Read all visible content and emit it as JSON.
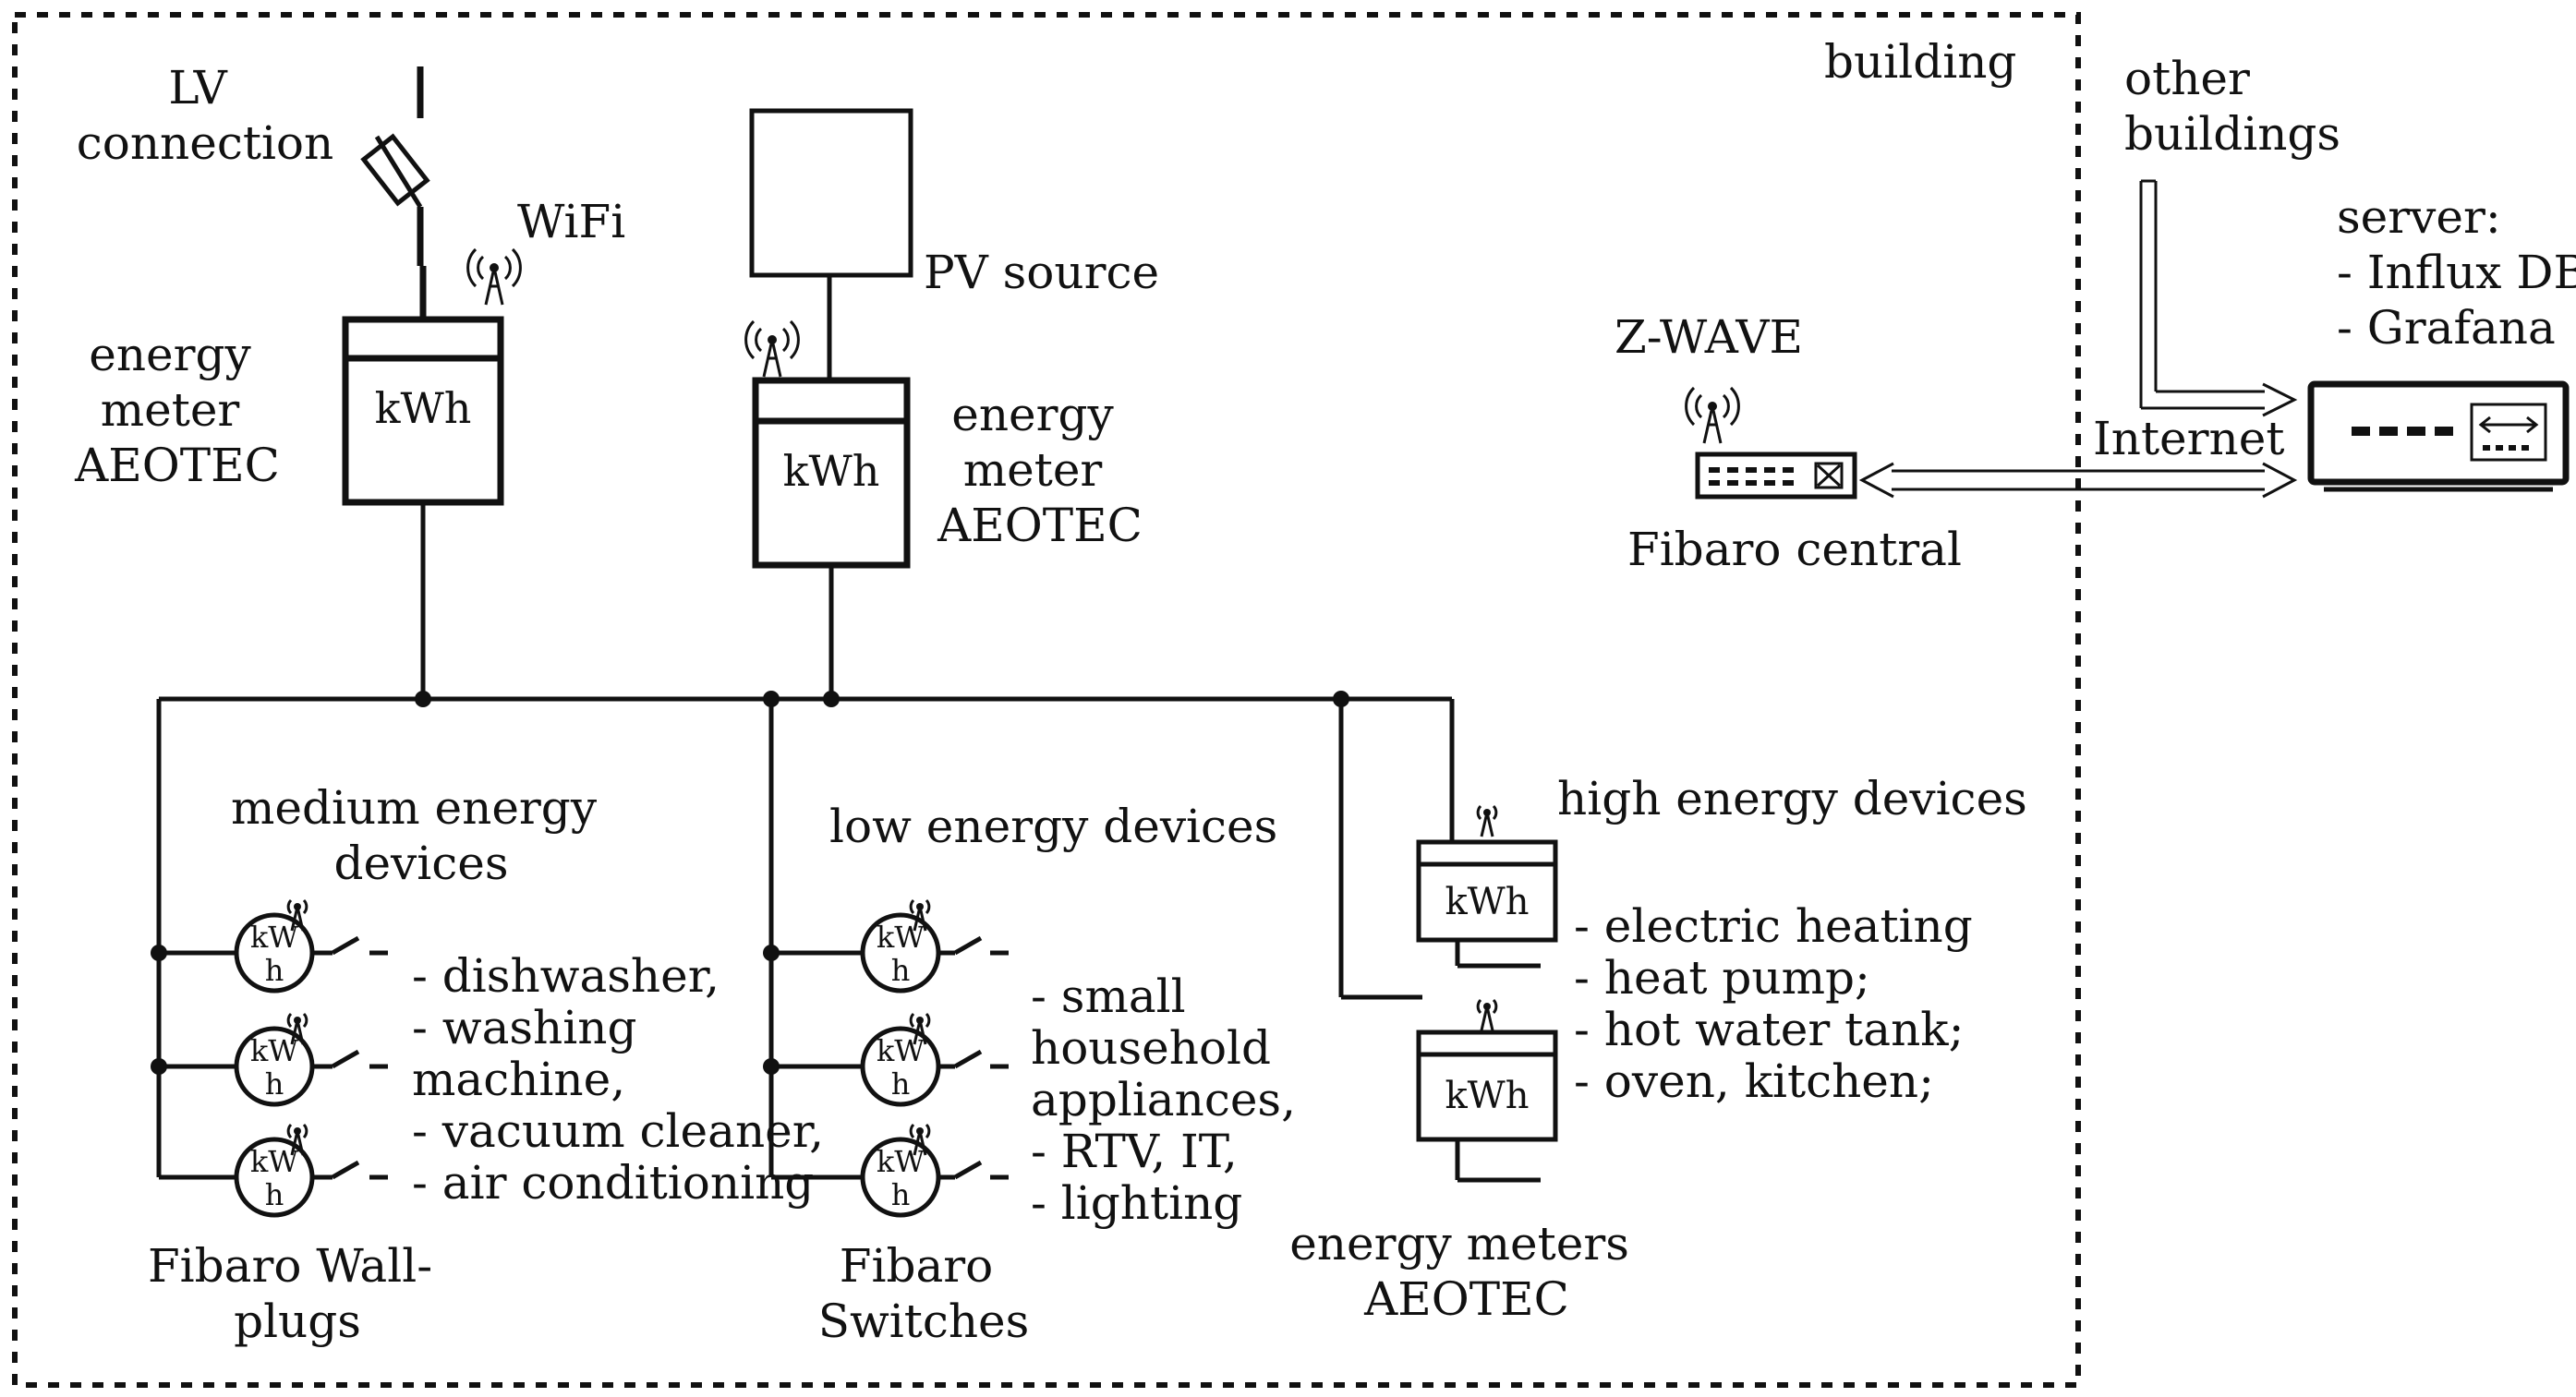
{
  "building": {
    "label": "building"
  },
  "lv": {
    "line1": "LV",
    "line2": "connection"
  },
  "wifi": {
    "label": "WiFi"
  },
  "meter_main": {
    "unit": "kWh",
    "line1": "energy",
    "line2": "meter",
    "line3": "AEOTEC"
  },
  "pv": {
    "label": "PV source"
  },
  "meter_pv": {
    "unit": "kWh",
    "line1": "energy",
    "line2": "meter",
    "line3": "AEOTEC"
  },
  "zwave": {
    "label": "Z-WAVE"
  },
  "central": {
    "label": "Fibaro central"
  },
  "internet": {
    "label": "Internet"
  },
  "other_buildings": {
    "line1": "other",
    "line2": "buildings"
  },
  "server": {
    "title": "server:",
    "items": [
      "- Influx DB",
      "- Grafana"
    ]
  },
  "medium": {
    "title1": "medium energy",
    "title2": "devices",
    "plug_unit1": "kW",
    "plug_unit2": "h",
    "items": [
      "- dishwasher,",
      "- washing",
      "machine,",
      "- vacuum cleaner,",
      "- air conditioning"
    ],
    "caption1": "Fibaro Wall-",
    "caption2": "plugs"
  },
  "low": {
    "title": "low energy devices",
    "plug_unit1": "kW",
    "plug_unit2": "h",
    "items": [
      "- small",
      "household",
      "appliances,",
      "- RTV, IT,",
      "- lighting"
    ],
    "caption1": "Fibaro",
    "caption2": "Switches"
  },
  "high": {
    "title": "high energy devices",
    "unit": "kWh",
    "items": [
      "- electric heating",
      "- heat pump;",
      "- hot water tank;",
      "- oven, kitchen;"
    ],
    "caption1": "energy meters",
    "caption2": "AEOTEC"
  }
}
